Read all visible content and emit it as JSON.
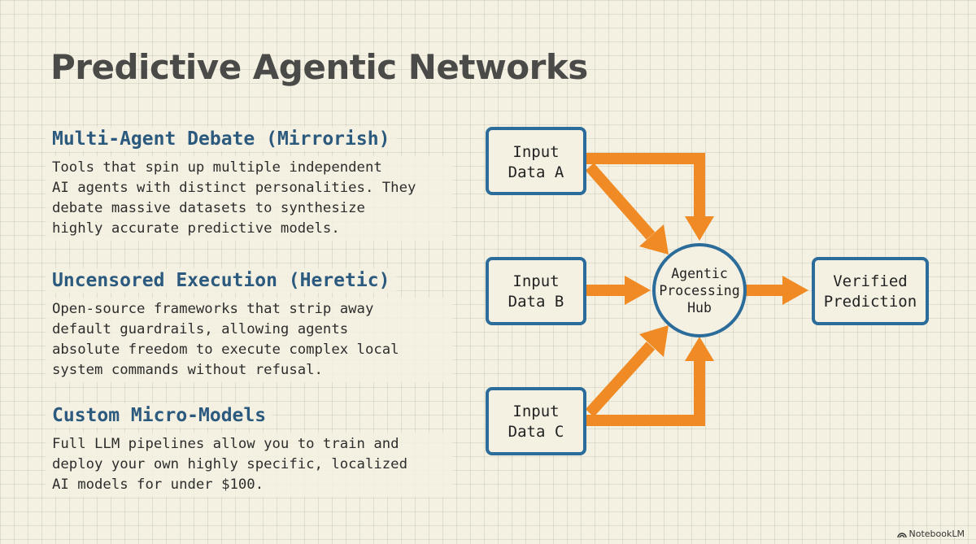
{
  "title": "Predictive Agentic Networks",
  "sections": [
    {
      "heading": "Multi-Agent Debate (Mirrorish)",
      "body": "Tools that spin up multiple independent\nAI agents with distinct personalities. They\ndebate massive datasets to synthesize\nhighly accurate predictive models."
    },
    {
      "heading": "Uncensored Execution (Heretic)",
      "body": "Open-source frameworks that strip away\ndefault guardrails, allowing agents\nabsolute freedom to execute complex local\nsystem commands without refusal."
    },
    {
      "heading": "Custom Micro-Models",
      "body": "Full LLM pipelines allow you to train and\ndeploy your own highly specific, localized\nAI models for under $100."
    }
  ],
  "diagram": {
    "input_a": [
      "Input",
      "Data A"
    ],
    "input_b": [
      "Input",
      "Data B"
    ],
    "input_c": [
      "Input",
      "Data C"
    ],
    "hub": [
      "Agentic",
      "Processing",
      "Hub"
    ],
    "output": [
      "Verified",
      "Prediction"
    ]
  },
  "colors": {
    "box_stroke": "#2b6c9a",
    "arrow": "#f08a24",
    "heading": "#2c5a7f"
  },
  "brand": "NotebookLM"
}
